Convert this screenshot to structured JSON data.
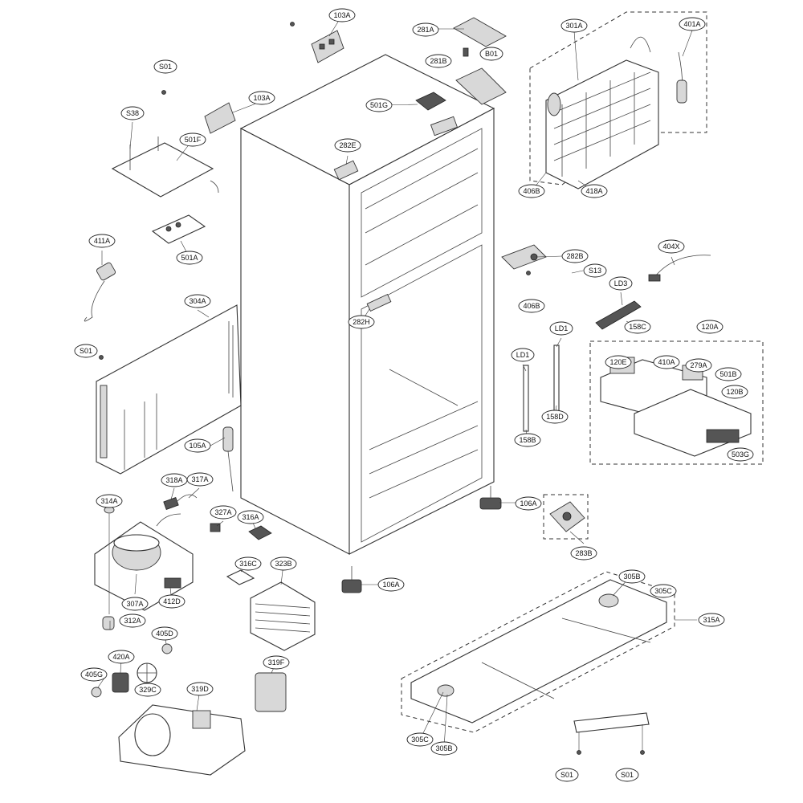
{
  "labels": [
    {
      "id": "103A-top",
      "text": "103A"
    },
    {
      "id": "281A",
      "text": "281A"
    },
    {
      "id": "301A",
      "text": "301A"
    },
    {
      "id": "401A",
      "text": "401A"
    },
    {
      "id": "S01-left-top",
      "text": "S01"
    },
    {
      "id": "281B",
      "text": "281B"
    },
    {
      "id": "B01",
      "text": "B01"
    },
    {
      "id": "103A-left",
      "text": "103A"
    },
    {
      "id": "501G",
      "text": "501G"
    },
    {
      "id": "S38",
      "text": "S38"
    },
    {
      "id": "501F",
      "text": "501F"
    },
    {
      "id": "282E",
      "text": "282E"
    },
    {
      "id": "406B-top",
      "text": "406B"
    },
    {
      "id": "418A",
      "text": "418A"
    },
    {
      "id": "411A",
      "text": "411A"
    },
    {
      "id": "501A",
      "text": "501A"
    },
    {
      "id": "404X",
      "text": "404X"
    },
    {
      "id": "282B",
      "text": "282B"
    },
    {
      "id": "S13",
      "text": "S13"
    },
    {
      "id": "LD3",
      "text": "LD3"
    },
    {
      "id": "304A",
      "text": "304A"
    },
    {
      "id": "406B-mid",
      "text": "406B"
    },
    {
      "id": "282H",
      "text": "282H"
    },
    {
      "id": "LD1-right",
      "text": "LD1"
    },
    {
      "id": "158C",
      "text": "158C"
    },
    {
      "id": "120A",
      "text": "120A"
    },
    {
      "id": "S01-left-mid",
      "text": "S01"
    },
    {
      "id": "LD1-left",
      "text": "LD1"
    },
    {
      "id": "120E",
      "text": "120E"
    },
    {
      "id": "410A",
      "text": "410A"
    },
    {
      "id": "279A",
      "text": "279A"
    },
    {
      "id": "501B",
      "text": "501B"
    },
    {
      "id": "120B",
      "text": "120B"
    },
    {
      "id": "158D",
      "text": "158D"
    },
    {
      "id": "158B",
      "text": "158B"
    },
    {
      "id": "105A",
      "text": "105A"
    },
    {
      "id": "503G",
      "text": "503G"
    },
    {
      "id": "318A",
      "text": "318A"
    },
    {
      "id": "317A",
      "text": "317A"
    },
    {
      "id": "314A",
      "text": "314A"
    },
    {
      "id": "106A-right",
      "text": "106A"
    },
    {
      "id": "327A",
      "text": "327A"
    },
    {
      "id": "316A",
      "text": "316A"
    },
    {
      "id": "283B",
      "text": "283B"
    },
    {
      "id": "316C",
      "text": "316C"
    },
    {
      "id": "323B",
      "text": "323B"
    },
    {
      "id": "106A-bottom",
      "text": "106A"
    },
    {
      "id": "305B-top",
      "text": "305B"
    },
    {
      "id": "305C-top",
      "text": "305C"
    },
    {
      "id": "307A",
      "text": "307A"
    },
    {
      "id": "412D",
      "text": "412D"
    },
    {
      "id": "315A",
      "text": "315A"
    },
    {
      "id": "312A",
      "text": "312A"
    },
    {
      "id": "405D",
      "text": "405D"
    },
    {
      "id": "420A",
      "text": "420A"
    },
    {
      "id": "319F",
      "text": "319F"
    },
    {
      "id": "405G",
      "text": "405G"
    },
    {
      "id": "329C",
      "text": "329C"
    },
    {
      "id": "319D",
      "text": "319D"
    },
    {
      "id": "305C-bottom",
      "text": "305C"
    },
    {
      "id": "305B-bottom",
      "text": "305B"
    },
    {
      "id": "S01-bottom-left",
      "text": "S01"
    },
    {
      "id": "S01-bottom-right",
      "text": "S01"
    }
  ]
}
